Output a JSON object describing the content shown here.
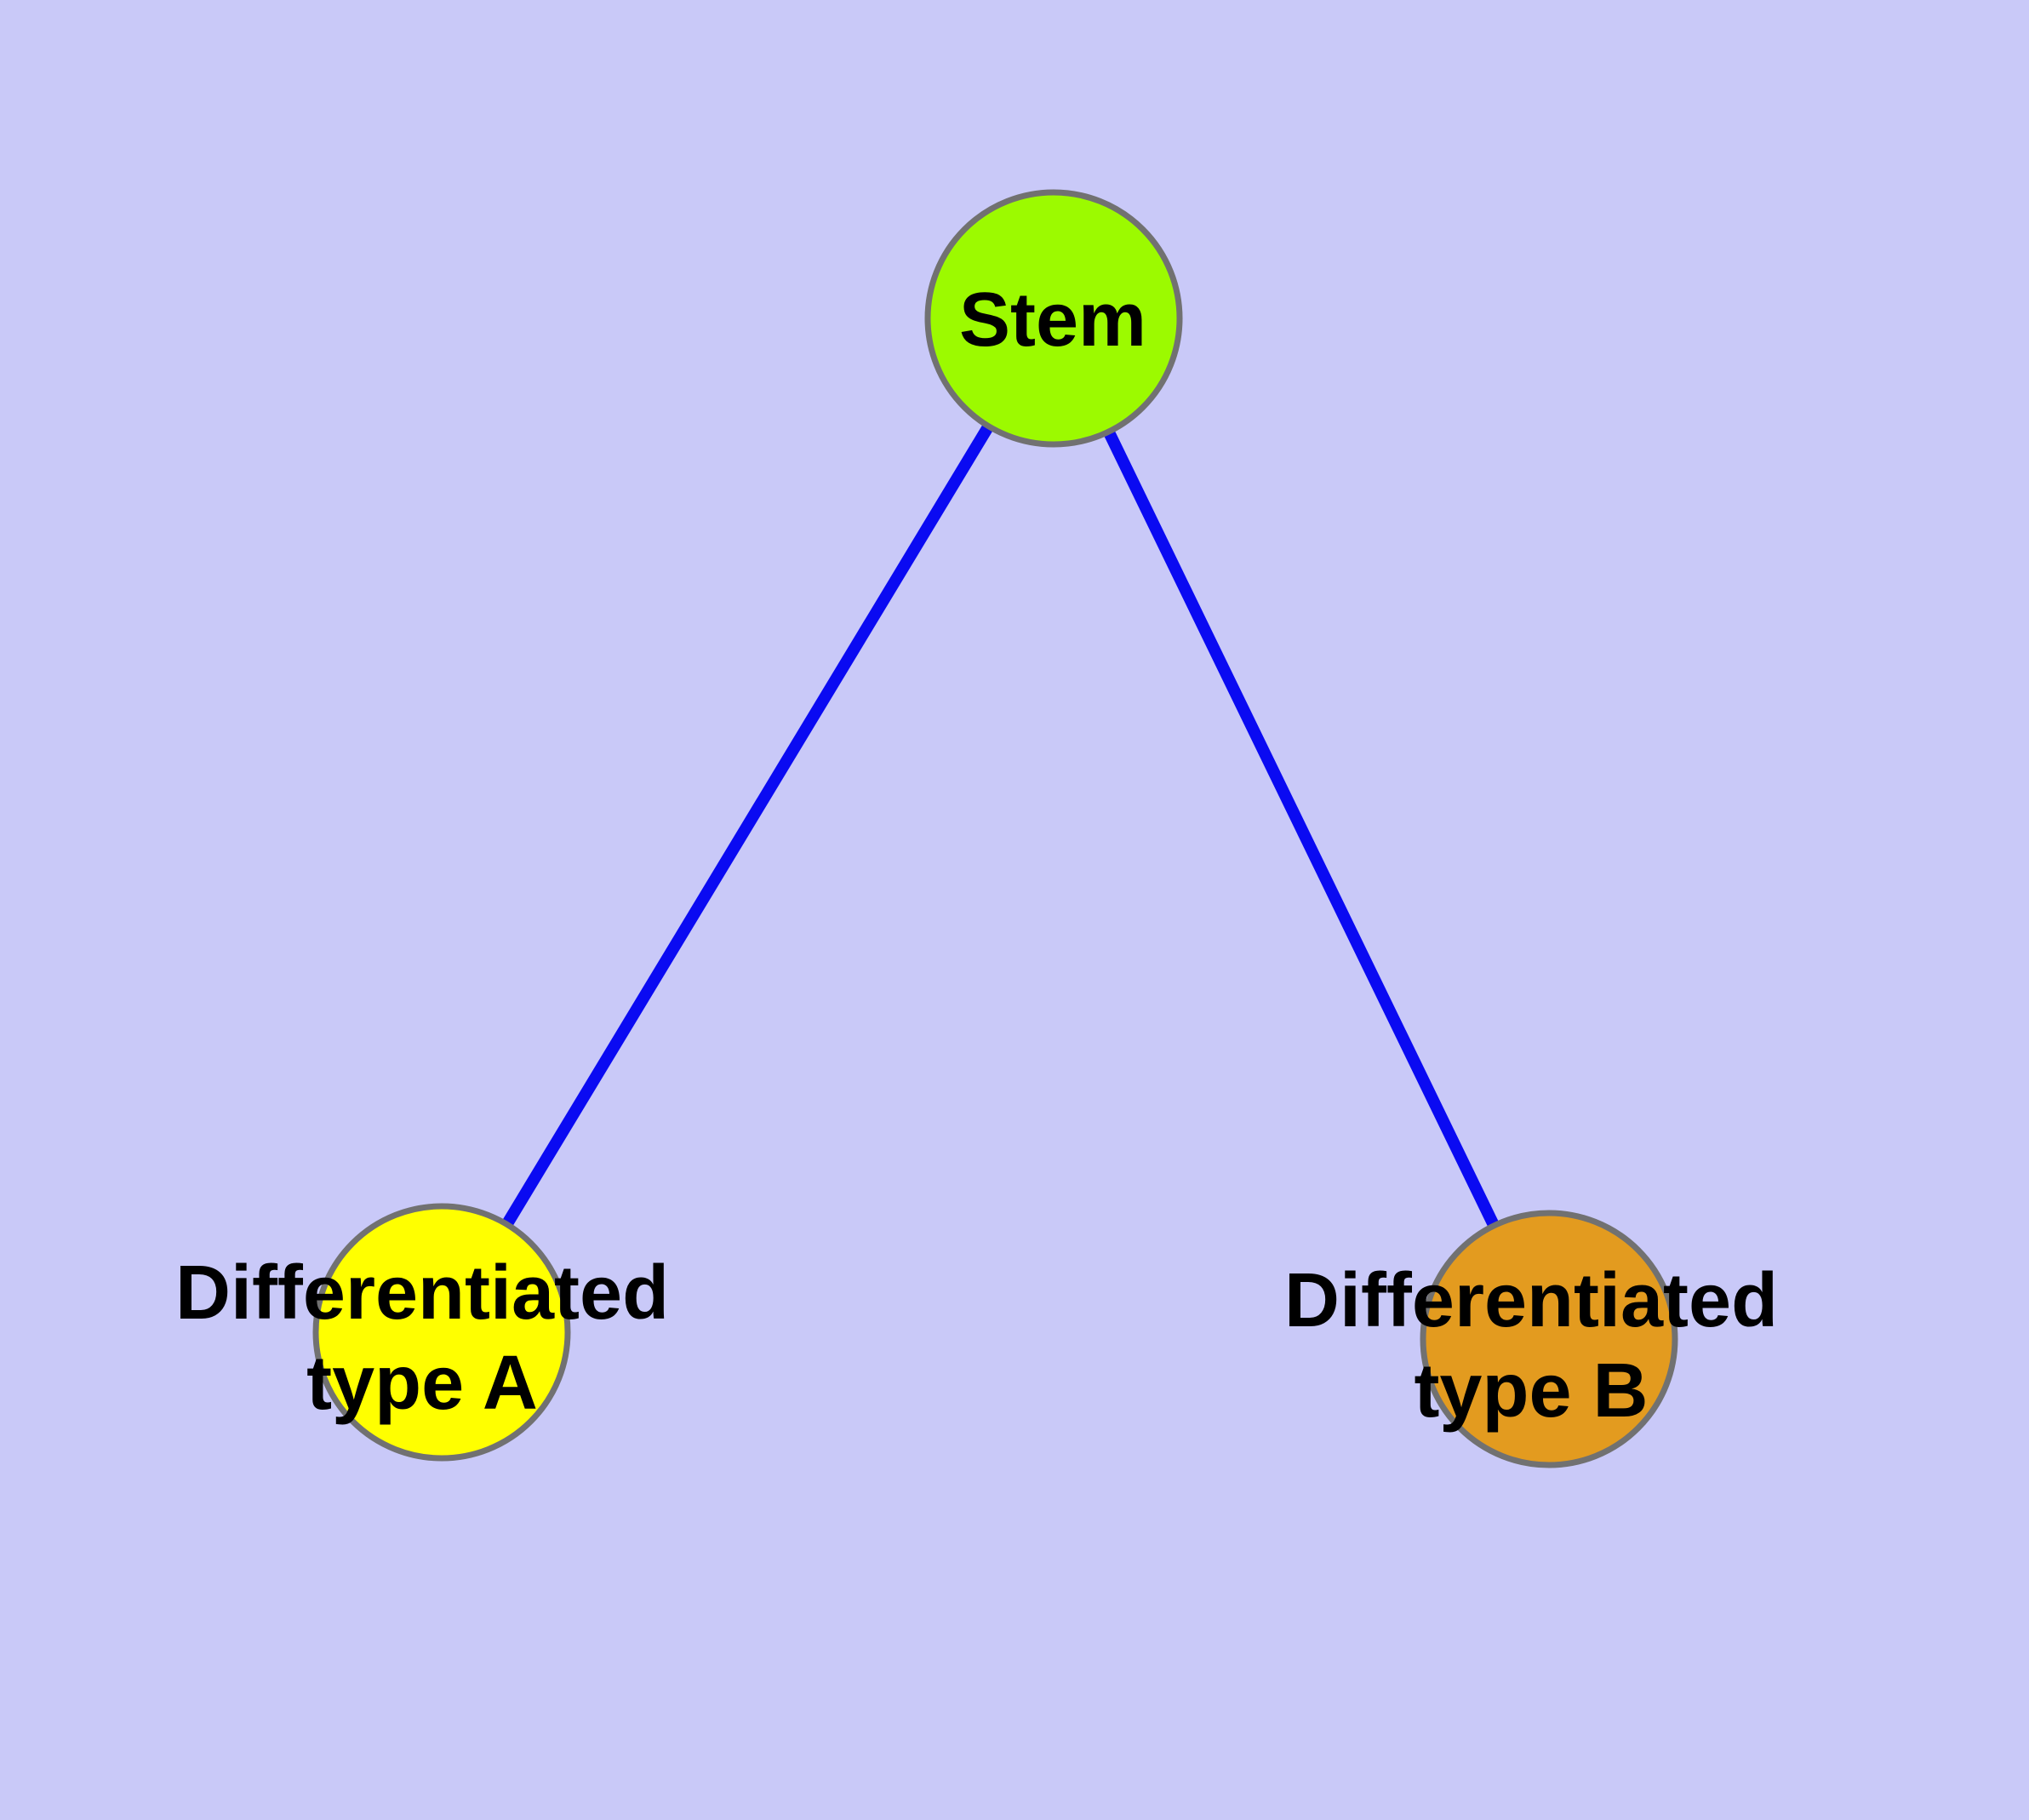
{
  "figure": {
    "type": "node-link-graph",
    "background_color": "#c9c9f8",
    "edge_color": "#0a0af2",
    "node_border_color": "#717171",
    "label_color": "#000000",
    "nodes": [
      {
        "id": "stem",
        "label": "Stem",
        "label_lines": [
          "Stem"
        ],
        "fill": "#9cfa00"
      },
      {
        "id": "differentiated-type-a",
        "label": "Differentiated type A",
        "label_lines": [
          "Differentiated",
          "type A"
        ],
        "fill": "#ffff00"
      },
      {
        "id": "differentiated-type-b",
        "label": "Differentiated type B",
        "label_lines": [
          "Differentiated",
          "type B"
        ],
        "fill": "#e39b1f"
      }
    ],
    "edges": [
      {
        "from": "Stem",
        "to": "Differentiated type A"
      },
      {
        "from": "Stem",
        "to": "Differentiated type B"
      }
    ]
  }
}
